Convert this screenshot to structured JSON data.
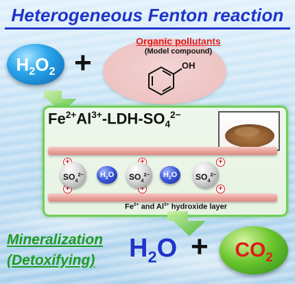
{
  "title": "Heterogeneous Fenton reaction",
  "reactant": {
    "main": "H",
    "sub1": "2",
    "o": "O",
    "sub2": "2"
  },
  "pollutants": {
    "title": "Organic pollutants",
    "subtitle": "(Model compound)",
    "oh_label": "OH"
  },
  "ldh": {
    "label_main": "Fe",
    "label_charge1": "2+",
    "label_al": "Al",
    "label_charge2": "3+",
    "label_rest": "-LDH-SO",
    "label_sub": "4",
    "label_charge3": "2−",
    "layer_label_fe": "Fe",
    "layer_label_fe_charge": "2+",
    "layer_label_mid": " and Al",
    "layer_label_al_charge": "3+",
    "layer_label_end": " hydroxide layer",
    "positive_symbol": "+",
    "interlayer": [
      {
        "kind": "sulfate",
        "main": "SO",
        "sub": "4",
        "sup": "2−"
      },
      {
        "kind": "water",
        "main": "H",
        "sub": "2",
        "tail": "O"
      },
      {
        "kind": "sulfate",
        "main": "SO",
        "sub": "4",
        "sup": "2−"
      },
      {
        "kind": "water",
        "main": "H",
        "sub": "2",
        "tail": "O"
      },
      {
        "kind": "sulfate",
        "main": "SO",
        "sub": "4",
        "sup": "2−"
      }
    ]
  },
  "process": {
    "line1": "Mineralization",
    "line2": "(Detoxifying)"
  },
  "products": {
    "water_main": "H",
    "water_sub": "2",
    "water_tail": "O",
    "plus": "+",
    "co2_main": "CO",
    "co2_sub": "2"
  },
  "plus_symbol": "+",
  "colors": {
    "title_blue": "#1f34c9",
    "red_text": "#e01b1b",
    "green_text": "#1e9a25",
    "box_border": "#6fcf57",
    "layer_pink": "#e9a39b"
  }
}
